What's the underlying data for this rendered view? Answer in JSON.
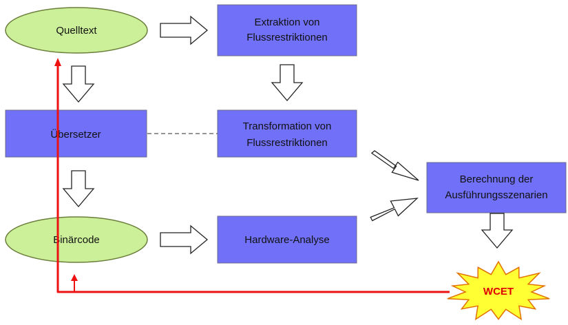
{
  "nodes": {
    "quelltext": "Quelltext",
    "extraktion_line1": "Extraktion von",
    "extraktion_line2": "Flussrestriktionen",
    "uebersetzer": "Übersetzer",
    "transformation_line1": "Transformation von",
    "transformation_line2": "Flussrestriktionen",
    "berechnung_line1": "Berechnung der",
    "berechnung_line2": "Ausführungsszenarien",
    "binaercode": "Binärcode",
    "hardware": "Hardware-Analyse",
    "wcet": "WCET"
  },
  "colors": {
    "box_fill": "#7070f8",
    "ellipse_fill": "#ccf099",
    "feedback_line": "#ee1111",
    "wcet_fill": "#ffff33",
    "wcet_text": "#e00000"
  }
}
